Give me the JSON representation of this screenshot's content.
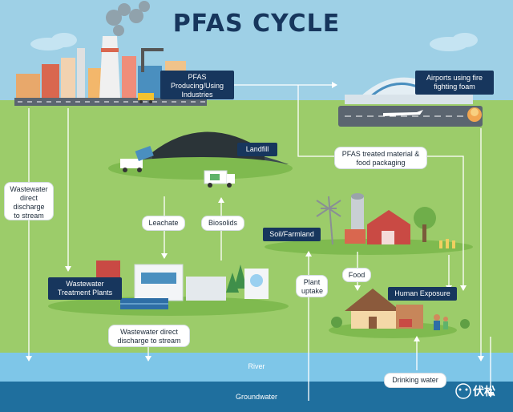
{
  "title": "PFAS CYCLE",
  "nodes": {
    "industries": "PFAS Producing/Using Industries",
    "airports": "Airports using fire fighting foam",
    "landfill": "Landfill",
    "wastewater_plants": "Wastewater Treatment Plants",
    "soil_farmland": "Soil/Farmland",
    "human_exposure": "Human Exposure"
  },
  "flows": {
    "pfas_treated_material": "PFAS treated material & food packaging",
    "wastewater_direct_left": "Wastewater direct discharge to stream",
    "leachate": "Leachate",
    "biosolids": "Biosolids",
    "wastewater_direct_bottom": "Wastewater direct discharge to stream",
    "plant_uptake": "Plant uptake",
    "food": "Food",
    "drinking_water": "Drinking water"
  },
  "water_bodies": {
    "river": "River",
    "groundwater": "Groundwater"
  },
  "watermark": "伏松",
  "colors": {
    "sky": "#9ed0e6",
    "grass": "#9ccc6a",
    "river": "#7ec6e8",
    "groundwater": "#1f6f9e",
    "navy": "#17365d"
  }
}
